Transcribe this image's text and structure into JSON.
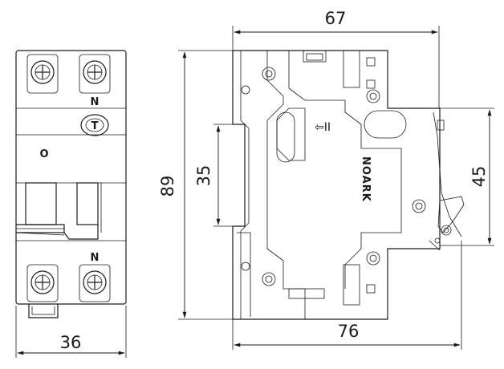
{
  "dimensions": {
    "front_width": "36",
    "height": "89",
    "rail": "35",
    "top_depth": "67",
    "bottom_depth": "76",
    "front_height": "45"
  },
  "front_view": {
    "terminal_label_top": "N",
    "terminal_label_bottom": "N",
    "test_button": "T",
    "indicator": "O"
  },
  "side_view": {
    "brand": "NOARK",
    "arrow_symbol": "⇦II"
  }
}
